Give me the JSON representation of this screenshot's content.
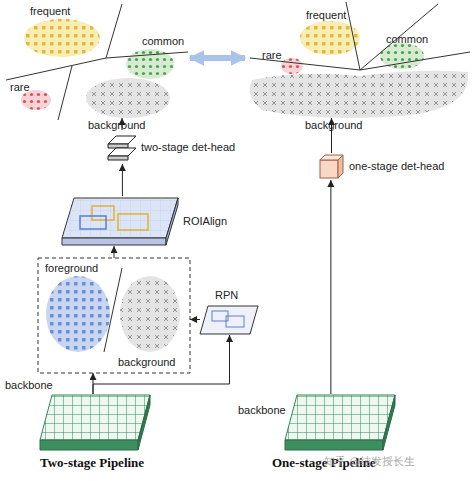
{
  "diagram": {
    "nodes": [
      {
        "text": [
          "frequent",
          "common",
          "rare",
          "background"
        ]
      },
      {
        "text": [
          "frequent",
          "common",
          "rare",
          "background"
        ]
      },
      {
        "text": [
          "two-stage det-head"
        ]
      },
      {
        "text": [
          "one-stage det-head"
        ]
      },
      {
        "text": [
          "ROIAlign"
        ]
      },
      {
        "text": [
          "foreground",
          "background"
        ]
      },
      {
        "text": [
          "RPN"
        ]
      },
      {
        "text": [
          "backbone"
        ]
      },
      {
        "text": [
          "backbone"
        ]
      }
    ],
    "edges": [
      {
        "from": 0,
        "to": 1,
        "arrow": "both"
      },
      {
        "from": 2,
        "to": 0,
        "arrow": "to"
      },
      {
        "from": 4,
        "to": 2,
        "arrow": "to"
      },
      {
        "from": 5,
        "to": 4,
        "arrow": "to"
      },
      {
        "from": 6,
        "to": 5,
        "arrow": "to"
      },
      {
        "from": 7,
        "to": 5,
        "arrow": "to"
      },
      {
        "from": 7,
        "to": 6,
        "arrow": "to"
      },
      {
        "from": 3,
        "to": 1,
        "arrow": "to"
      },
      {
        "from": 8,
        "to": 3,
        "arrow": "to"
      }
    ],
    "labels": [
      "Two-stage Pipeline",
      "One-stage Pipeline",
      "知乎 @结发授长生"
    ]
  }
}
